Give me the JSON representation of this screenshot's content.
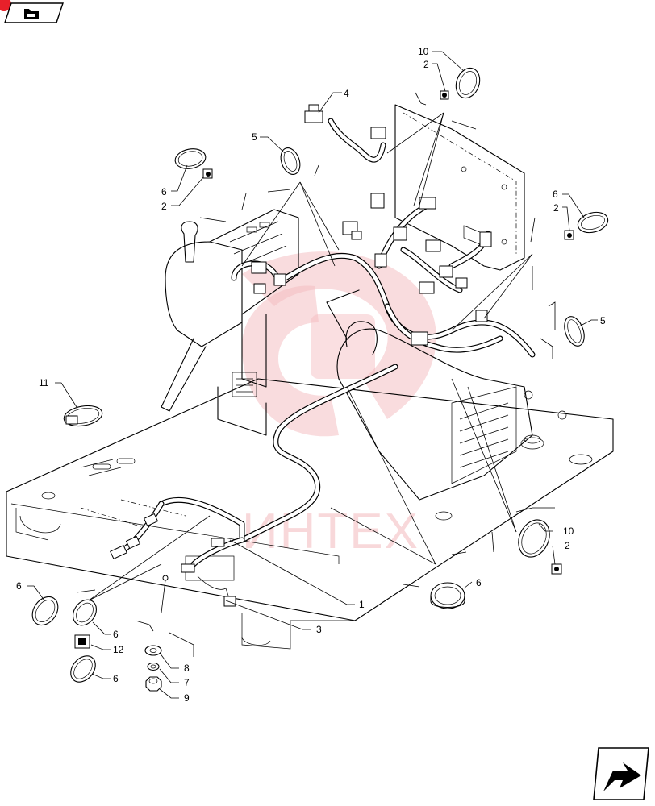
{
  "diagram": {
    "callouts": [
      "10",
      "2",
      "4",
      "5",
      "6",
      "2",
      "6",
      "2",
      "5",
      "11",
      "10",
      "2",
      "1",
      "3",
      "6",
      "6",
      "6",
      "12",
      "6",
      "8",
      "7",
      "9"
    ]
  },
  "watermark": {
    "text": "ИНТЕХ",
    "color": "#f4b9bd"
  },
  "nav": {
    "home_icon": "folder-back-icon",
    "next_icon": "next-page-arrow-icon",
    "accent": "#e8202a"
  }
}
